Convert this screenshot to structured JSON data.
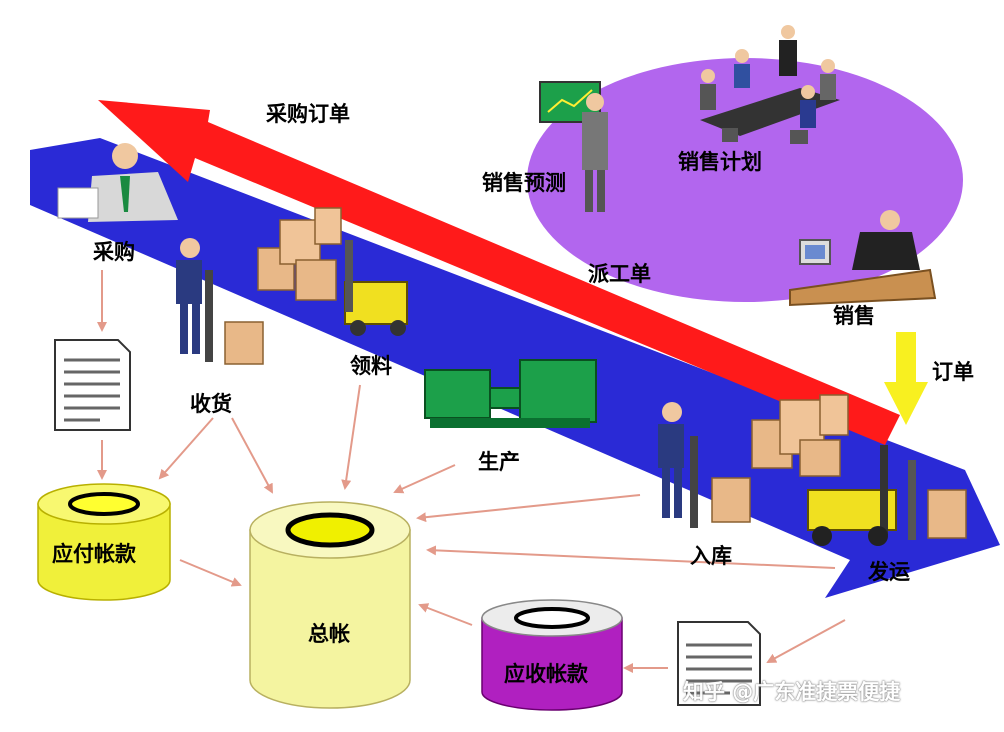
{
  "labels": {
    "purchase_order": "采购订单",
    "sales_forecast": "销售预测",
    "sales_plan": "销售计划",
    "dispatch_order": "派工单",
    "purchasing": "采购",
    "sales": "销售",
    "order": "订单",
    "receiving": "收货",
    "material_requisition": "领料",
    "production": "生产",
    "warehousing": "入库",
    "shipping": "发运"
  },
  "ledgers": {
    "accounts_payable": "应付帐款",
    "general_ledger": "总帐",
    "accounts_receivable": "应收帐款"
  },
  "watermark": "知乎 @广东准捷票便捷",
  "colors": {
    "blue_band": "#2a2ad6",
    "red_arrow": "#ff1a1a",
    "purple_ellipse": "#b266ee",
    "yellow_drum": "#f0f03a",
    "pale_drum": "#f4f4a0",
    "magenta_drum": "#b020c0",
    "yellow_arrow": "#f8f020",
    "flow_arrow": "#e8a090",
    "box_tan": "#e8b888",
    "machine_green": "#1ca04a"
  }
}
